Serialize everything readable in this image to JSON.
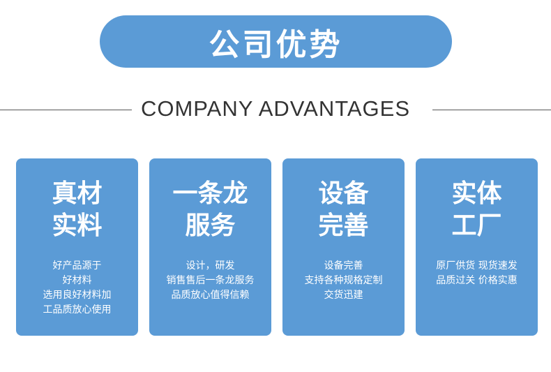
{
  "title": "公司优势",
  "subtitle": "COMPANY ADVANTAGES",
  "cards": [
    {
      "title": [
        "真材",
        "实料"
      ],
      "desc": [
        "好产品源于",
        "好材料",
        "选用良好材料加",
        "工品质放心使用"
      ]
    },
    {
      "title": [
        "一条龙",
        "服务"
      ],
      "desc": [
        "设计，研发",
        "销售售后一条龙服务",
        "品质放心值得信赖"
      ]
    },
    {
      "title": [
        "设备",
        "完善"
      ],
      "desc": [
        "设备完善",
        "支持各种规格定制",
        "交货迅建"
      ]
    },
    {
      "title": [
        "实体",
        "工厂"
      ],
      "desc": [
        "原厂供货 现货速发",
        "品质过关 价格实惠"
      ]
    }
  ],
  "colors": {
    "accent": "#5b9bd6",
    "text": "#333333"
  }
}
